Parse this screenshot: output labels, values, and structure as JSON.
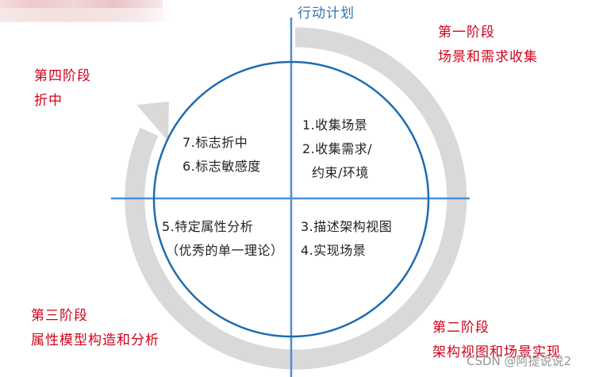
{
  "title": "行动计划",
  "stages": [
    {
      "name": "第一阶段",
      "desc": "场景和需求收集"
    },
    {
      "name": "第二阶段",
      "desc": "架构视图和场景实现"
    },
    {
      "name": "第三阶段",
      "desc": "属性模型构造和分析"
    },
    {
      "name": "第四阶段",
      "desc": "折中"
    }
  ],
  "quadrants": {
    "top_right": [
      "1.收集场景",
      "2.收集需求/",
      "约束/环境"
    ],
    "bottom_right": [
      "3.描述架构视图",
      "4.实现场景"
    ],
    "bottom_left": [
      "5.特定属性分析",
      "（优秀的单一理论）"
    ],
    "top_left": [
      "7.标志折中",
      "6.标志敏感度"
    ]
  },
  "colors": {
    "stage_text": "#d0021b",
    "title_text": "#2e75b6",
    "circle": "#1f6bb0",
    "axis": "#4a8fd4",
    "cycle_arrow": "#d9d9d9"
  },
  "watermark": "CSDN @阿提说说2"
}
